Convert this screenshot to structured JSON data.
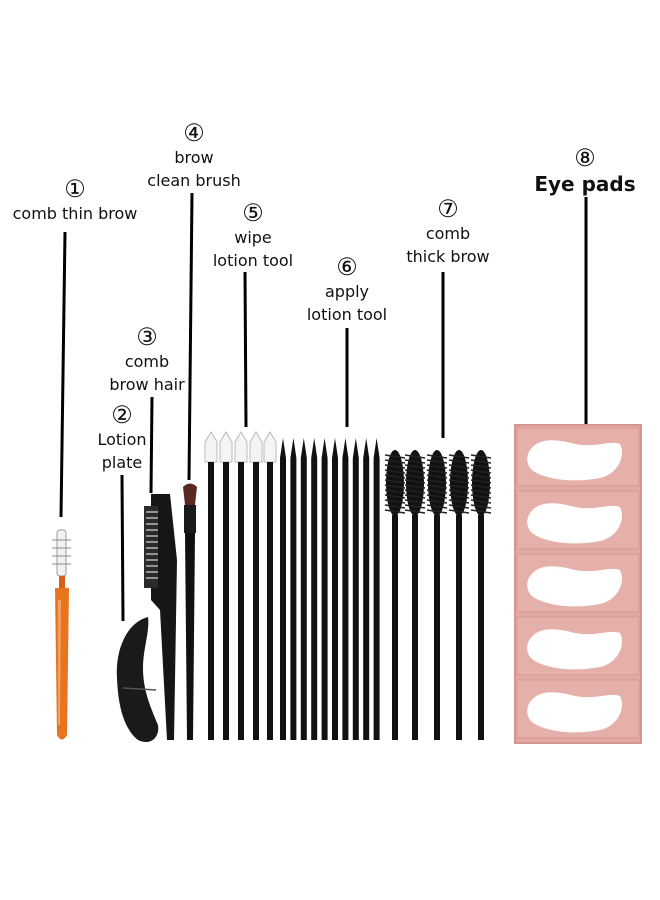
{
  "labels": {
    "item1": {
      "number": "①",
      "lines": [
        "comb thin brow"
      ]
    },
    "item2": {
      "number": "②",
      "lines": [
        "Lotion",
        "plate"
      ]
    },
    "item3": {
      "number": "③",
      "lines": [
        "comb",
        "brow hair"
      ]
    },
    "item4": {
      "number": "④",
      "lines": [
        "brow",
        "clean brush"
      ]
    },
    "item5": {
      "number": "⑤",
      "lines": [
        "wipe",
        "lotion tool"
      ]
    },
    "item6": {
      "number": "⑥",
      "lines": [
        "apply",
        "lotion tool"
      ]
    },
    "item7": {
      "number": "⑦",
      "lines": [
        "comb",
        "thick brow"
      ]
    },
    "item8": {
      "number": "⑧",
      "lines": [
        "Eye pads"
      ]
    }
  },
  "colors": {
    "background": "#ffffff",
    "leader_line": "#000000",
    "tool_black": "#141414",
    "orange_handle": "#e8741e",
    "pad_packet": "#e3aaa4",
    "pad_white": "#ffffff"
  }
}
